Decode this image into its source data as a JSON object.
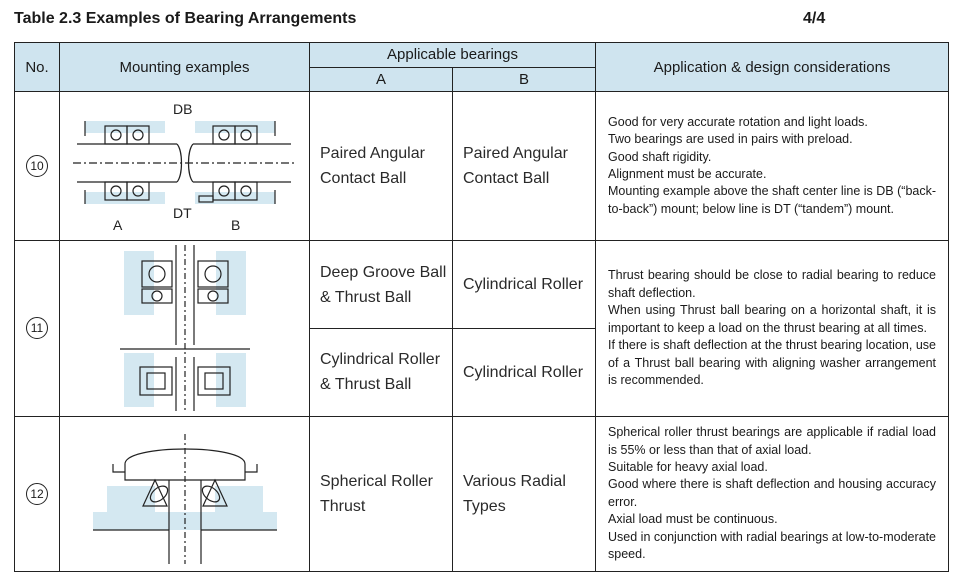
{
  "title": "Table 2.3 Examples of Bearing Arrangements",
  "page": "4/4",
  "headers": {
    "no": "No.",
    "mounting": "Mounting examples",
    "applicable": "Applicable bearings",
    "a": "A",
    "b": "B",
    "considerations": "Application & design considerations"
  },
  "rows": [
    {
      "no": "10",
      "labels": {
        "db": "DB",
        "dt": "DT",
        "a": "A",
        "b": "B"
      },
      "bearing_a": "Paired Angular Contact Ball",
      "bearing_b": "Paired Angular Contact Ball",
      "notes": [
        "Good for very accurate rotation and light loads.",
        "Two bearings are used in pairs with preload.",
        "Good shaft rigidity.",
        "Alignment must be accurate.",
        "Mounting example above the shaft center line is DB (“back-to-back”) mount; below line is DT (“tandem”) mount."
      ]
    },
    {
      "no": "11",
      "sub": [
        {
          "bearing_a": "Deep Groove Ball & Thrust Ball",
          "bearing_b": "Cylindrical Roller"
        },
        {
          "bearing_a": "Cylindrical Roller & Thrust Ball",
          "bearing_b": "Cylindrical Roller"
        }
      ],
      "notes": [
        "Thrust bearing should be close to radial bearing to reduce shaft deflection.",
        "When using Thrust ball bearing on a horizontal shaft, it is important to keep a load on the thrust bearing at all times.",
        "If there is shaft deflection at the thrust bearing location, use of a Thrust ball bearing with aligning washer arrangement is recommended."
      ]
    },
    {
      "no": "12",
      "bearing_a": "Spherical Roller Thrust",
      "bearing_b": "Various Radial Types",
      "notes": [
        "Spherical roller thrust bearings are applicable if radial load is 55% or less than that of axial load.",
        "Suitable for heavy axial load.",
        "Good where there is shaft deflection and housing accuracy error.",
        "Axial load must be continuous.",
        "Used in conjunction with radial bearings at low-to-moderate speed."
      ]
    }
  ],
  "colors": {
    "header_bg": "#cfe4ef",
    "housing_fill": "#d4e8f1",
    "line": "#222222"
  }
}
